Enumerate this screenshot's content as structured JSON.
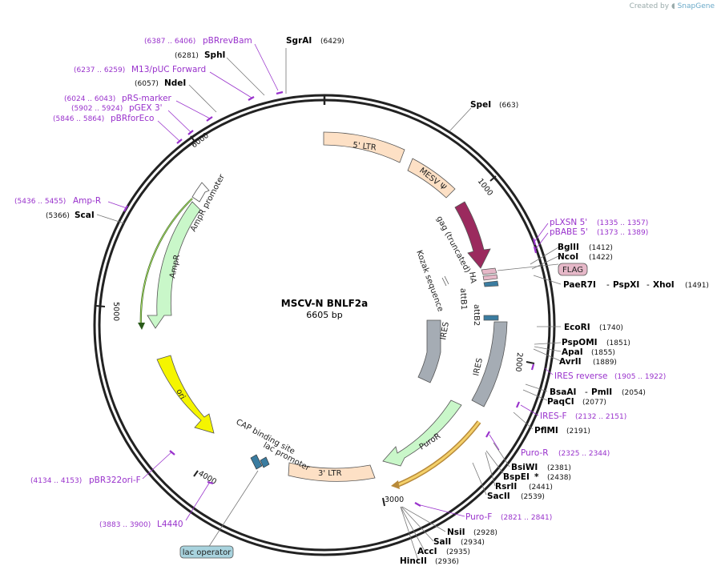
{
  "branding": {
    "created_by": "Created by",
    "app": "SnapGene"
  },
  "plasmid": {
    "name": "MSCV-N BNLF2a",
    "size": "6605 bp"
  },
  "ticks": [
    "1000",
    "2000",
    "3000",
    "4000",
    "5000",
    "6000"
  ],
  "enzymes": [
    {
      "name": "SgrAI",
      "pos": "(6429)"
    },
    {
      "name": "SphI",
      "pos": "(6281)"
    },
    {
      "name": "NdeI",
      "pos": "(6057)"
    },
    {
      "name": "SpeI",
      "pos": "(663)"
    },
    {
      "name": "ScaI",
      "pos": "(5366)"
    },
    {
      "name": "BglII",
      "pos": "(1412)"
    },
    {
      "name": "NcoI",
      "pos": "(1422)"
    },
    {
      "name": "PaeR7I",
      "pos": ""
    },
    {
      "name": "PspXI",
      "pos": ""
    },
    {
      "name": "XhoI",
      "pos": "(1491)"
    },
    {
      "name": "EcoRI",
      "pos": "(1740)"
    },
    {
      "name": "PspOMI",
      "pos": "(1851)"
    },
    {
      "name": "ApaI",
      "pos": "(1855)"
    },
    {
      "name": "AvrII",
      "pos": "(1889)"
    },
    {
      "name": "BsaAI",
      "pos": ""
    },
    {
      "name": "PmlI",
      "pos": "(2054)"
    },
    {
      "name": "PaqCI",
      "pos": "(2077)"
    },
    {
      "name": "PflMI",
      "pos": "(2191)"
    },
    {
      "name": "BsiWI",
      "pos": "(2381)"
    },
    {
      "name": "BspEI",
      "pos": "(2438)"
    },
    {
      "name": "RsrII",
      "pos": "(2441)"
    },
    {
      "name": "SacII",
      "pos": "(2539)"
    },
    {
      "name": "NsiI",
      "pos": "(2928)"
    },
    {
      "name": "SalI",
      "pos": "(2934)"
    },
    {
      "name": "AccI",
      "pos": "(2935)"
    },
    {
      "name": "HincII",
      "pos": "(2936)"
    }
  ],
  "primers": [
    {
      "name": "pBRrevBam",
      "range": "(6387 .. 6406)"
    },
    {
      "name": "M13/pUC Forward",
      "range": "(6237 .. 6259)"
    },
    {
      "name": "pRS-marker",
      "range": "(6024 .. 6043)"
    },
    {
      "name": "pGEX 3'",
      "range": "(5902 .. 5924)"
    },
    {
      "name": "pBRforEco",
      "range": "(5846 .. 5864)"
    },
    {
      "name": "Amp-R",
      "range": "(5436 .. 5455)"
    },
    {
      "name": "pLXSN 5'",
      "range": "(1335 .. 1357)"
    },
    {
      "name": "pBABE 5'",
      "range": "(1373 .. 1389)"
    },
    {
      "name": "IRES reverse",
      "range": "(1905 .. 1922)"
    },
    {
      "name": "IRES-F",
      "range": "(2132 .. 2151)"
    },
    {
      "name": "Puro-R",
      "range": "(2325 .. 2344)"
    },
    {
      "name": "Puro-F",
      "range": "(2821 .. 2841)"
    },
    {
      "name": "pBR322ori-F",
      "range": "(4134 .. 4153)"
    },
    {
      "name": "L4440",
      "range": "(3883 .. 3900)"
    }
  ],
  "features": {
    "ltr5": "5' LTR",
    "mesv": "MESV Ψ",
    "gag": "gag (truncated)",
    "kozak": "Kozak sequence",
    "ha": "HA",
    "attb1": "attB1",
    "attb2": "attB2",
    "flag": "FLAG",
    "ires_outer": "IRES",
    "ires_inner": "IRES",
    "puror": "PuroR",
    "ltr3": "3' LTR",
    "cap": "CAP binding site",
    "lacp": "lac promoter",
    "lacop": "lac operator",
    "ori": "ori",
    "ampr": "AmpR",
    "amprp": "AmpR promoter"
  },
  "colors": {
    "ltr": "#fde0c5",
    "mesv": "#fde0c5",
    "gag": "#9b2a5e",
    "ires": "#a5acb4",
    "puror": "#c9f7c9",
    "ampr": "#c9f7c9",
    "ori": "#f5f500",
    "primer": "#9932cc",
    "flag": "#e6b8c8",
    "lacop": "#a8d3de",
    "tag": "#3a7ca0"
  }
}
